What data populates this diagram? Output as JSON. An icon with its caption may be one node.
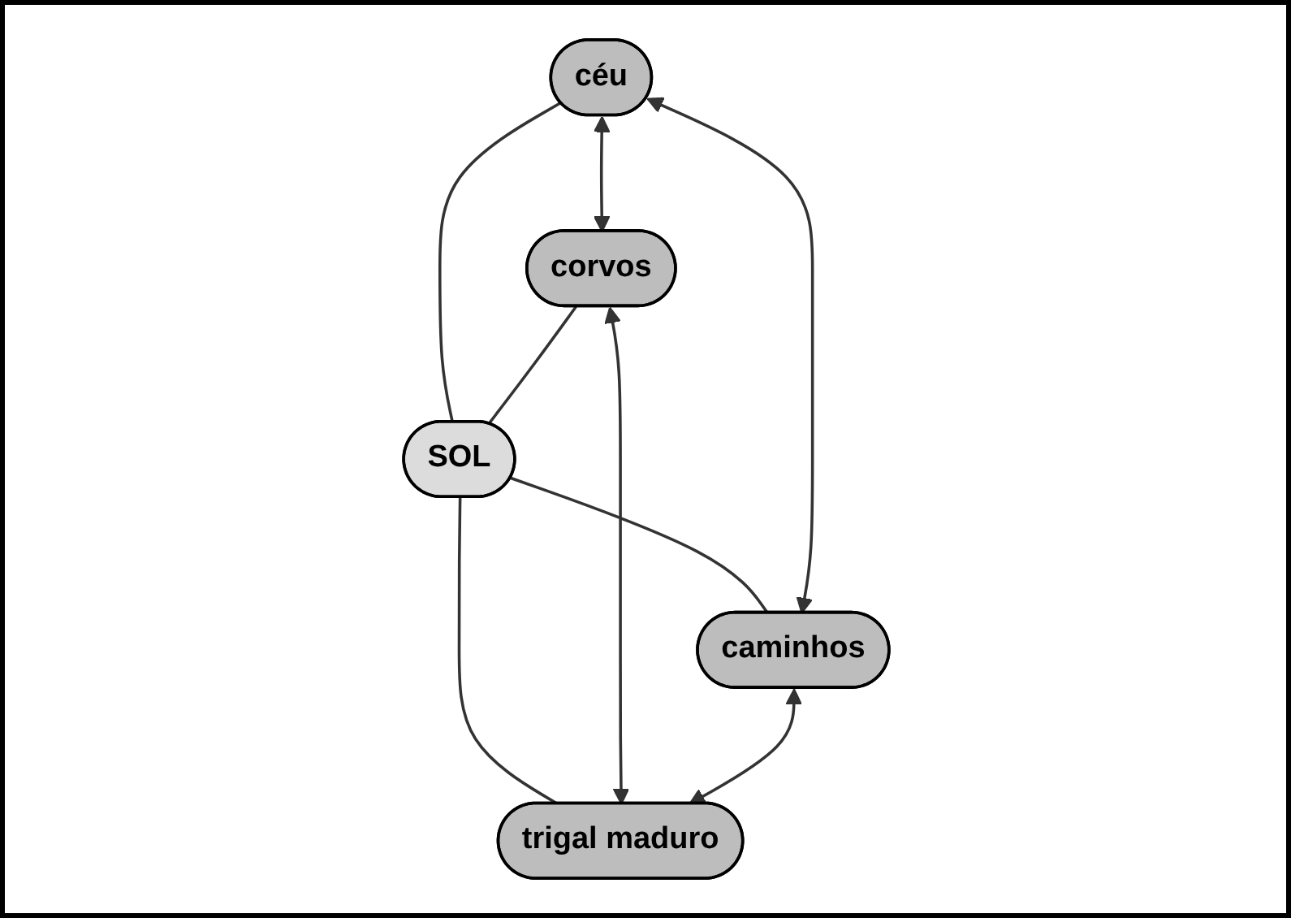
{
  "diagram": {
    "nodes": [
      {
        "text": [
          "céu"
        ]
      },
      {
        "text": [
          "corvos"
        ]
      },
      {
        "text": [
          "SOL"
        ]
      },
      {
        "text": [
          "caminhos"
        ]
      },
      {
        "text": [
          "trigal maduro"
        ]
      }
    ],
    "edges": [
      {
        "from": 0,
        "to": 2,
        "arrow": "none"
      },
      {
        "from": 1,
        "to": 2,
        "arrow": "none"
      },
      {
        "from": 2,
        "to": 3,
        "arrow": "none"
      },
      {
        "from": 2,
        "to": 4,
        "arrow": "none"
      },
      {
        "from": 0,
        "to": 1,
        "arrow": "both"
      },
      {
        "from": 0,
        "to": 3,
        "arrow": "both"
      },
      {
        "from": 1,
        "to": 4,
        "arrow": "both"
      },
      {
        "from": 3,
        "to": 4,
        "arrow": "both"
      }
    ]
  }
}
